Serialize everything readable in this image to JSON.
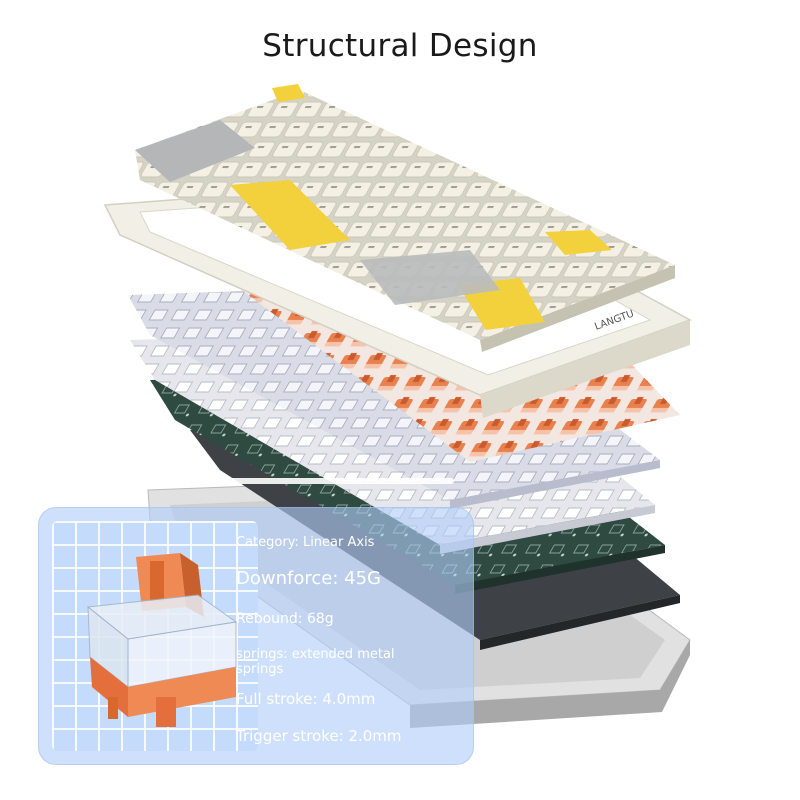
{
  "title": "Structural Design",
  "brand_mark": "LANGTU",
  "specs": {
    "category": "Category: Linear Axis",
    "downforce": "Downforce: 45G",
    "rebound": "Rebound: 68g",
    "springs": "springs: extended metal springs",
    "full_stroke": "Full stroke: 4.0mm",
    "trigger_stroke": "Trigger stroke: 2.0mm"
  },
  "colors": {
    "keycap_cream": "#f3efe2",
    "keycap_grey": "#b4b6b8",
    "keycap_yellow": "#f2d13c",
    "switch_orange": "#e97b4d",
    "pcb_green": "#2d4a40",
    "plate": "#e8e9ee",
    "card_blue": "#b0cdf8"
  }
}
